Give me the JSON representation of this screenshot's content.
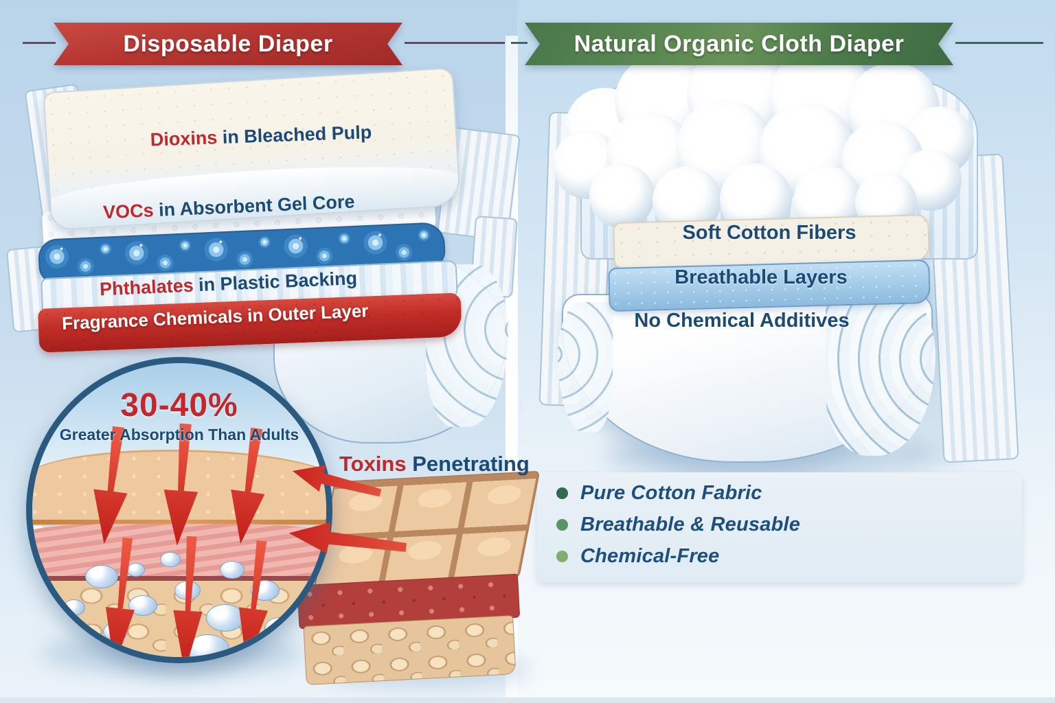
{
  "left_panel": {
    "banner_title": "Disposable Diaper",
    "layer_labels": [
      {
        "chemical": "Dioxins",
        "location": " in Bleached Pulp"
      },
      {
        "chemical": "VOCs",
        "location": " in Absorbent Gel Core"
      },
      {
        "chemical": "Phthalates",
        "location": " in Plastic Backing"
      }
    ],
    "outer_layer_label": "Fragrance Chemicals in Outer Layer",
    "absorption_stat": "30-40%",
    "absorption_caption": "Greater Absorption Than Adults",
    "toxins_label": {
      "chemical": "Toxins",
      "action": " Penetrating"
    }
  },
  "right_panel": {
    "banner_title": "Natural Organic Cloth Diaper",
    "layer_labels": [
      "Soft Cotton Fibers",
      "Breathable Layers",
      "No Chemical Additives"
    ],
    "benefits": [
      {
        "text": "Pure Cotton Fabric",
        "dot_color": "#2e6b4f"
      },
      {
        "text": "Breathable & Reusable",
        "dot_color": "#5a9367"
      },
      {
        "text": "Chemical-Free",
        "dot_color": "#7fae6a"
      }
    ]
  },
  "colors": {
    "banner_red": "#b33530",
    "banner_green": "#4d7c4c",
    "chemical_red": "#c1282c",
    "text_navy": "#1b4a77",
    "arrow_red": "#d23428",
    "gel_blue": "#2d74b4",
    "background_blue": "#c7dcee"
  }
}
